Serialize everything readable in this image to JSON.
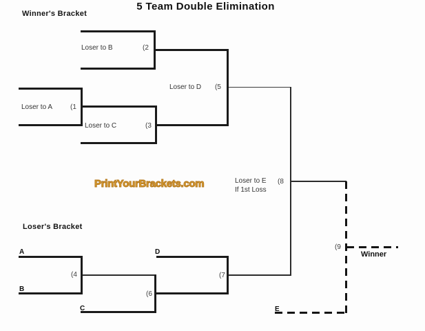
{
  "page": {
    "title": "5 Team Double Elimination",
    "background_color": "#fdfdfd",
    "line_color": "#1a1a1a"
  },
  "watermark": {
    "text": "PrintYourBrackets.com",
    "fill_color": "#e0a434",
    "outline_color": "#b2761c"
  },
  "winners_bracket": {
    "section_label": "Winner's Bracket",
    "game1": {
      "label": "Loser to A",
      "num": "(1"
    },
    "game2": {
      "label": "Loser to B",
      "num": "(2"
    },
    "game3": {
      "label": "Loser to C",
      "num": "(3"
    },
    "game5": {
      "label": "Loser to D",
      "num": "(5"
    }
  },
  "finals": {
    "game8": {
      "label_line1": "Loser to E",
      "label_line2": "If 1st Loss",
      "num": "(8"
    },
    "game9": {
      "num": "(9"
    },
    "winner_label": "Winner"
  },
  "losers_bracket": {
    "section_label": "Loser's Bracket",
    "slot_a": "A",
    "slot_b": "B",
    "slot_c": "C",
    "slot_d": "D",
    "slot_e": "E",
    "game4": {
      "num": "(4"
    },
    "game6": {
      "num": "(6"
    },
    "game7": {
      "num": "(7"
    }
  }
}
